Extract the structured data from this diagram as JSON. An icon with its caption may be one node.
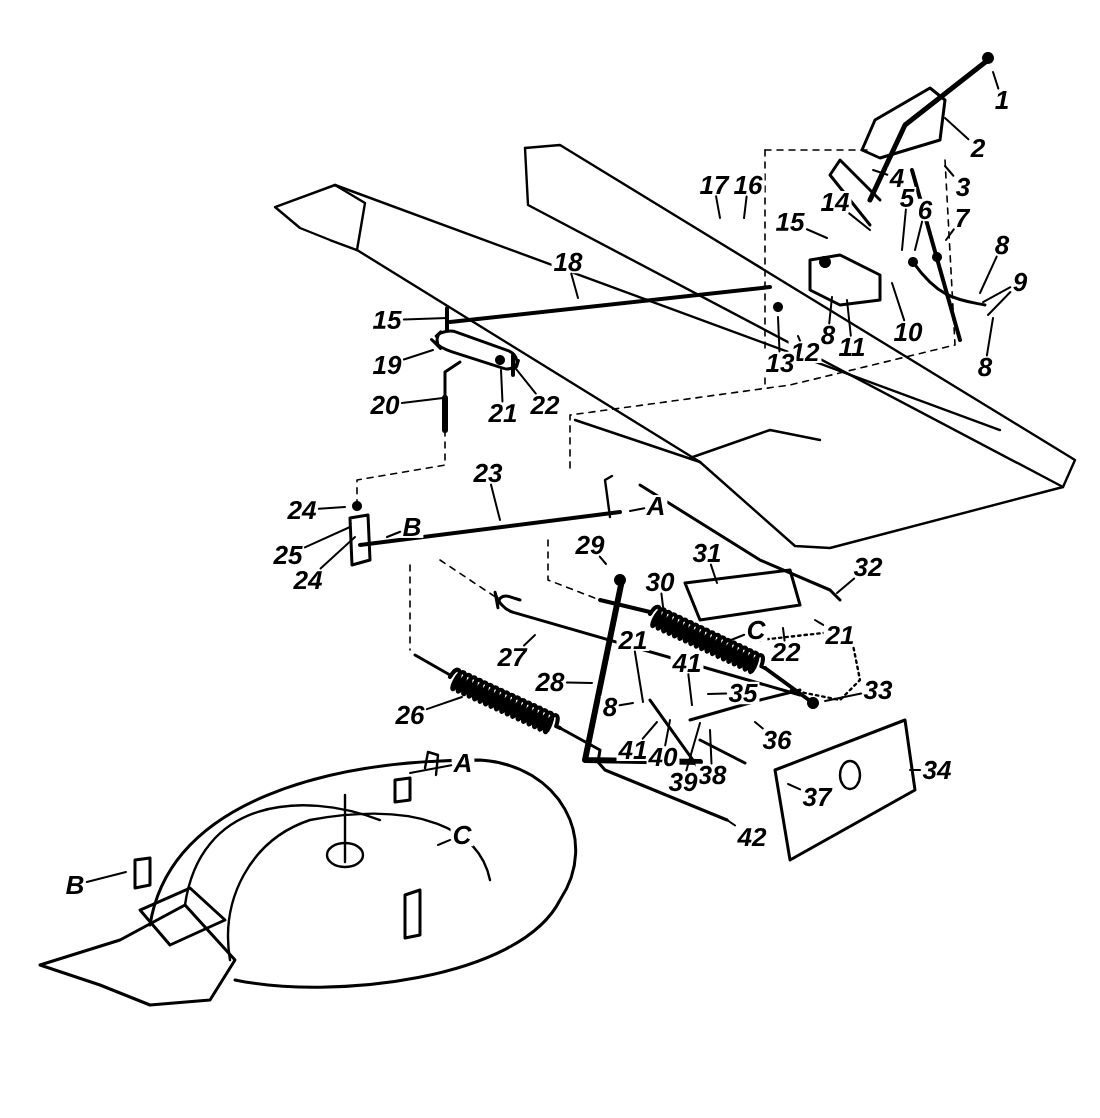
{
  "diagram": {
    "nodes": [
      {
        "text": [
          "1"
        ]
      },
      {
        "text": [
          "2"
        ]
      },
      {
        "text": [
          "4"
        ]
      },
      {
        "text": [
          "3"
        ]
      },
      {
        "text": [
          "17"
        ]
      },
      {
        "text": [
          "16"
        ]
      },
      {
        "text": [
          "14"
        ]
      },
      {
        "text": [
          "5"
        ]
      },
      {
        "text": [
          "6"
        ]
      },
      {
        "text": [
          "7"
        ]
      },
      {
        "text": [
          "15"
        ]
      },
      {
        "text": [
          "8"
        ]
      },
      {
        "text": [
          "18"
        ]
      },
      {
        "text": [
          "9"
        ]
      },
      {
        "text": [
          "15"
        ]
      },
      {
        "text": [
          "10"
        ]
      },
      {
        "text": [
          "8"
        ]
      },
      {
        "text": [
          "11"
        ]
      },
      {
        "text": [
          "12"
        ]
      },
      {
        "text": [
          "13"
        ]
      },
      {
        "text": [
          "8"
        ]
      },
      {
        "text": [
          "19"
        ]
      },
      {
        "text": [
          "20"
        ]
      },
      {
        "text": [
          "22"
        ]
      },
      {
        "text": [
          "21"
        ]
      },
      {
        "text": [
          "23"
        ]
      },
      {
        "text": [
          "A"
        ]
      },
      {
        "text": [
          "24"
        ]
      },
      {
        "text": [
          "B"
        ]
      },
      {
        "text": [
          "29"
        ]
      },
      {
        "text": [
          "31"
        ]
      },
      {
        "text": [
          "25"
        ]
      },
      {
        "text": [
          "32"
        ]
      },
      {
        "text": [
          "24"
        ]
      },
      {
        "text": [
          "30"
        ]
      },
      {
        "text": [
          "C"
        ]
      },
      {
        "text": [
          "21"
        ]
      },
      {
        "text": [
          "21"
        ]
      },
      {
        "text": [
          "22"
        ]
      },
      {
        "text": [
          "27"
        ]
      },
      {
        "text": [
          "41"
        ]
      },
      {
        "text": [
          "28"
        ]
      },
      {
        "text": [
          "33"
        ]
      },
      {
        "text": [
          "35"
        ]
      },
      {
        "text": [
          "8"
        ]
      },
      {
        "text": [
          "26"
        ]
      },
      {
        "text": [
          "36"
        ]
      },
      {
        "text": [
          "41"
        ]
      },
      {
        "text": [
          "40"
        ]
      },
      {
        "text": [
          "A"
        ]
      },
      {
        "text": [
          "34"
        ]
      },
      {
        "text": [
          "38"
        ]
      },
      {
        "text": [
          "39"
        ]
      },
      {
        "text": [
          "37"
        ]
      },
      {
        "text": [
          "C"
        ]
      },
      {
        "text": [
          "42"
        ]
      },
      {
        "text": [
          "B"
        ]
      }
    ],
    "edges": [
      {
        "from": 0,
        "to": null,
        "arrow": "none"
      },
      {
        "from": 1,
        "to": null,
        "arrow": "none"
      },
      {
        "from": 2,
        "to": null,
        "arrow": "none"
      },
      {
        "from": 3,
        "to": null,
        "arrow": "none"
      },
      {
        "from": 4,
        "to": null,
        "arrow": "none"
      },
      {
        "from": 5,
        "to": null,
        "arrow": "none"
      },
      {
        "from": 6,
        "to": null,
        "arrow": "none"
      },
      {
        "from": 7,
        "to": null,
        "arrow": "none"
      },
      {
        "from": 8,
        "to": null,
        "arrow": "none"
      },
      {
        "from": 9,
        "to": null,
        "arrow": "none"
      },
      {
        "from": 10,
        "to": null,
        "arrow": "none"
      },
      {
        "from": 11,
        "to": null,
        "arrow": "none"
      },
      {
        "from": 12,
        "to": null,
        "arrow": "none"
      },
      {
        "from": 13,
        "to": null,
        "arrow": "none"
      },
      {
        "from": 13,
        "to": null,
        "arrow": "none"
      },
      {
        "from": 14,
        "to": null,
        "arrow": "none"
      },
      {
        "from": 15,
        "to": null,
        "arrow": "none"
      },
      {
        "from": 16,
        "to": null,
        "arrow": "none"
      },
      {
        "from": 17,
        "to": null,
        "arrow": "none"
      },
      {
        "from": 18,
        "to": null,
        "arrow": "none"
      },
      {
        "from": 19,
        "to": null,
        "arrow": "none"
      },
      {
        "from": 20,
        "to": null,
        "arrow": "none"
      },
      {
        "from": 21,
        "to": null,
        "arrow": "none"
      },
      {
        "from": 22,
        "to": null,
        "arrow": "none"
      },
      {
        "from": 23,
        "to": null,
        "arrow": "none"
      },
      {
        "from": 24,
        "to": null,
        "arrow": "none"
      },
      {
        "from": 25,
        "to": null,
        "arrow": "none"
      },
      {
        "from": 26,
        "to": null,
        "arrow": "none"
      },
      {
        "from": 27,
        "to": null,
        "arrow": "none"
      },
      {
        "from": 28,
        "to": null,
        "arrow": "none"
      },
      {
        "from": 29,
        "to": null,
        "arrow": "none"
      },
      {
        "from": 30,
        "to": null,
        "arrow": "none"
      },
      {
        "from": 31,
        "to": null,
        "arrow": "none"
      },
      {
        "from": 32,
        "to": null,
        "arrow": "none"
      },
      {
        "from": 33,
        "to": null,
        "arrow": "none"
      },
      {
        "from": 34,
        "to": null,
        "arrow": "none"
      },
      {
        "from": 35,
        "to": null,
        "arrow": "none"
      },
      {
        "from": 36,
        "to": null,
        "arrow": "none"
      },
      {
        "from": 37,
        "to": null,
        "arrow": "none"
      },
      {
        "from": 38,
        "to": null,
        "arrow": "none"
      },
      {
        "from": 39,
        "to": null,
        "arrow": "none"
      },
      {
        "from": 40,
        "to": null,
        "arrow": "none"
      },
      {
        "from": 41,
        "to": null,
        "arrow": "none"
      },
      {
        "from": 42,
        "to": null,
        "arrow": "none"
      },
      {
        "from": 43,
        "to": null,
        "arrow": "none"
      },
      {
        "from": 44,
        "to": null,
        "arrow": "none"
      },
      {
        "from": 45,
        "to": null,
        "arrow": "none"
      },
      {
        "from": 46,
        "to": null,
        "arrow": "none"
      },
      {
        "from": 47,
        "to": null,
        "arrow": "none"
      },
      {
        "from": 48,
        "to": null,
        "arrow": "none"
      },
      {
        "from": 49,
        "to": null,
        "arrow": "none"
      },
      {
        "from": 50,
        "to": null,
        "arrow": "none"
      },
      {
        "from": 51,
        "to": null,
        "arrow": "none"
      },
      {
        "from": 52,
        "to": null,
        "arrow": "none"
      },
      {
        "from": 53,
        "to": null,
        "arrow": "none"
      },
      {
        "from": 54,
        "to": null,
        "arrow": "none"
      },
      {
        "from": 55,
        "to": null,
        "arrow": "none"
      },
      {
        "from": 56,
        "to": null,
        "arrow": "none"
      }
    ]
  }
}
